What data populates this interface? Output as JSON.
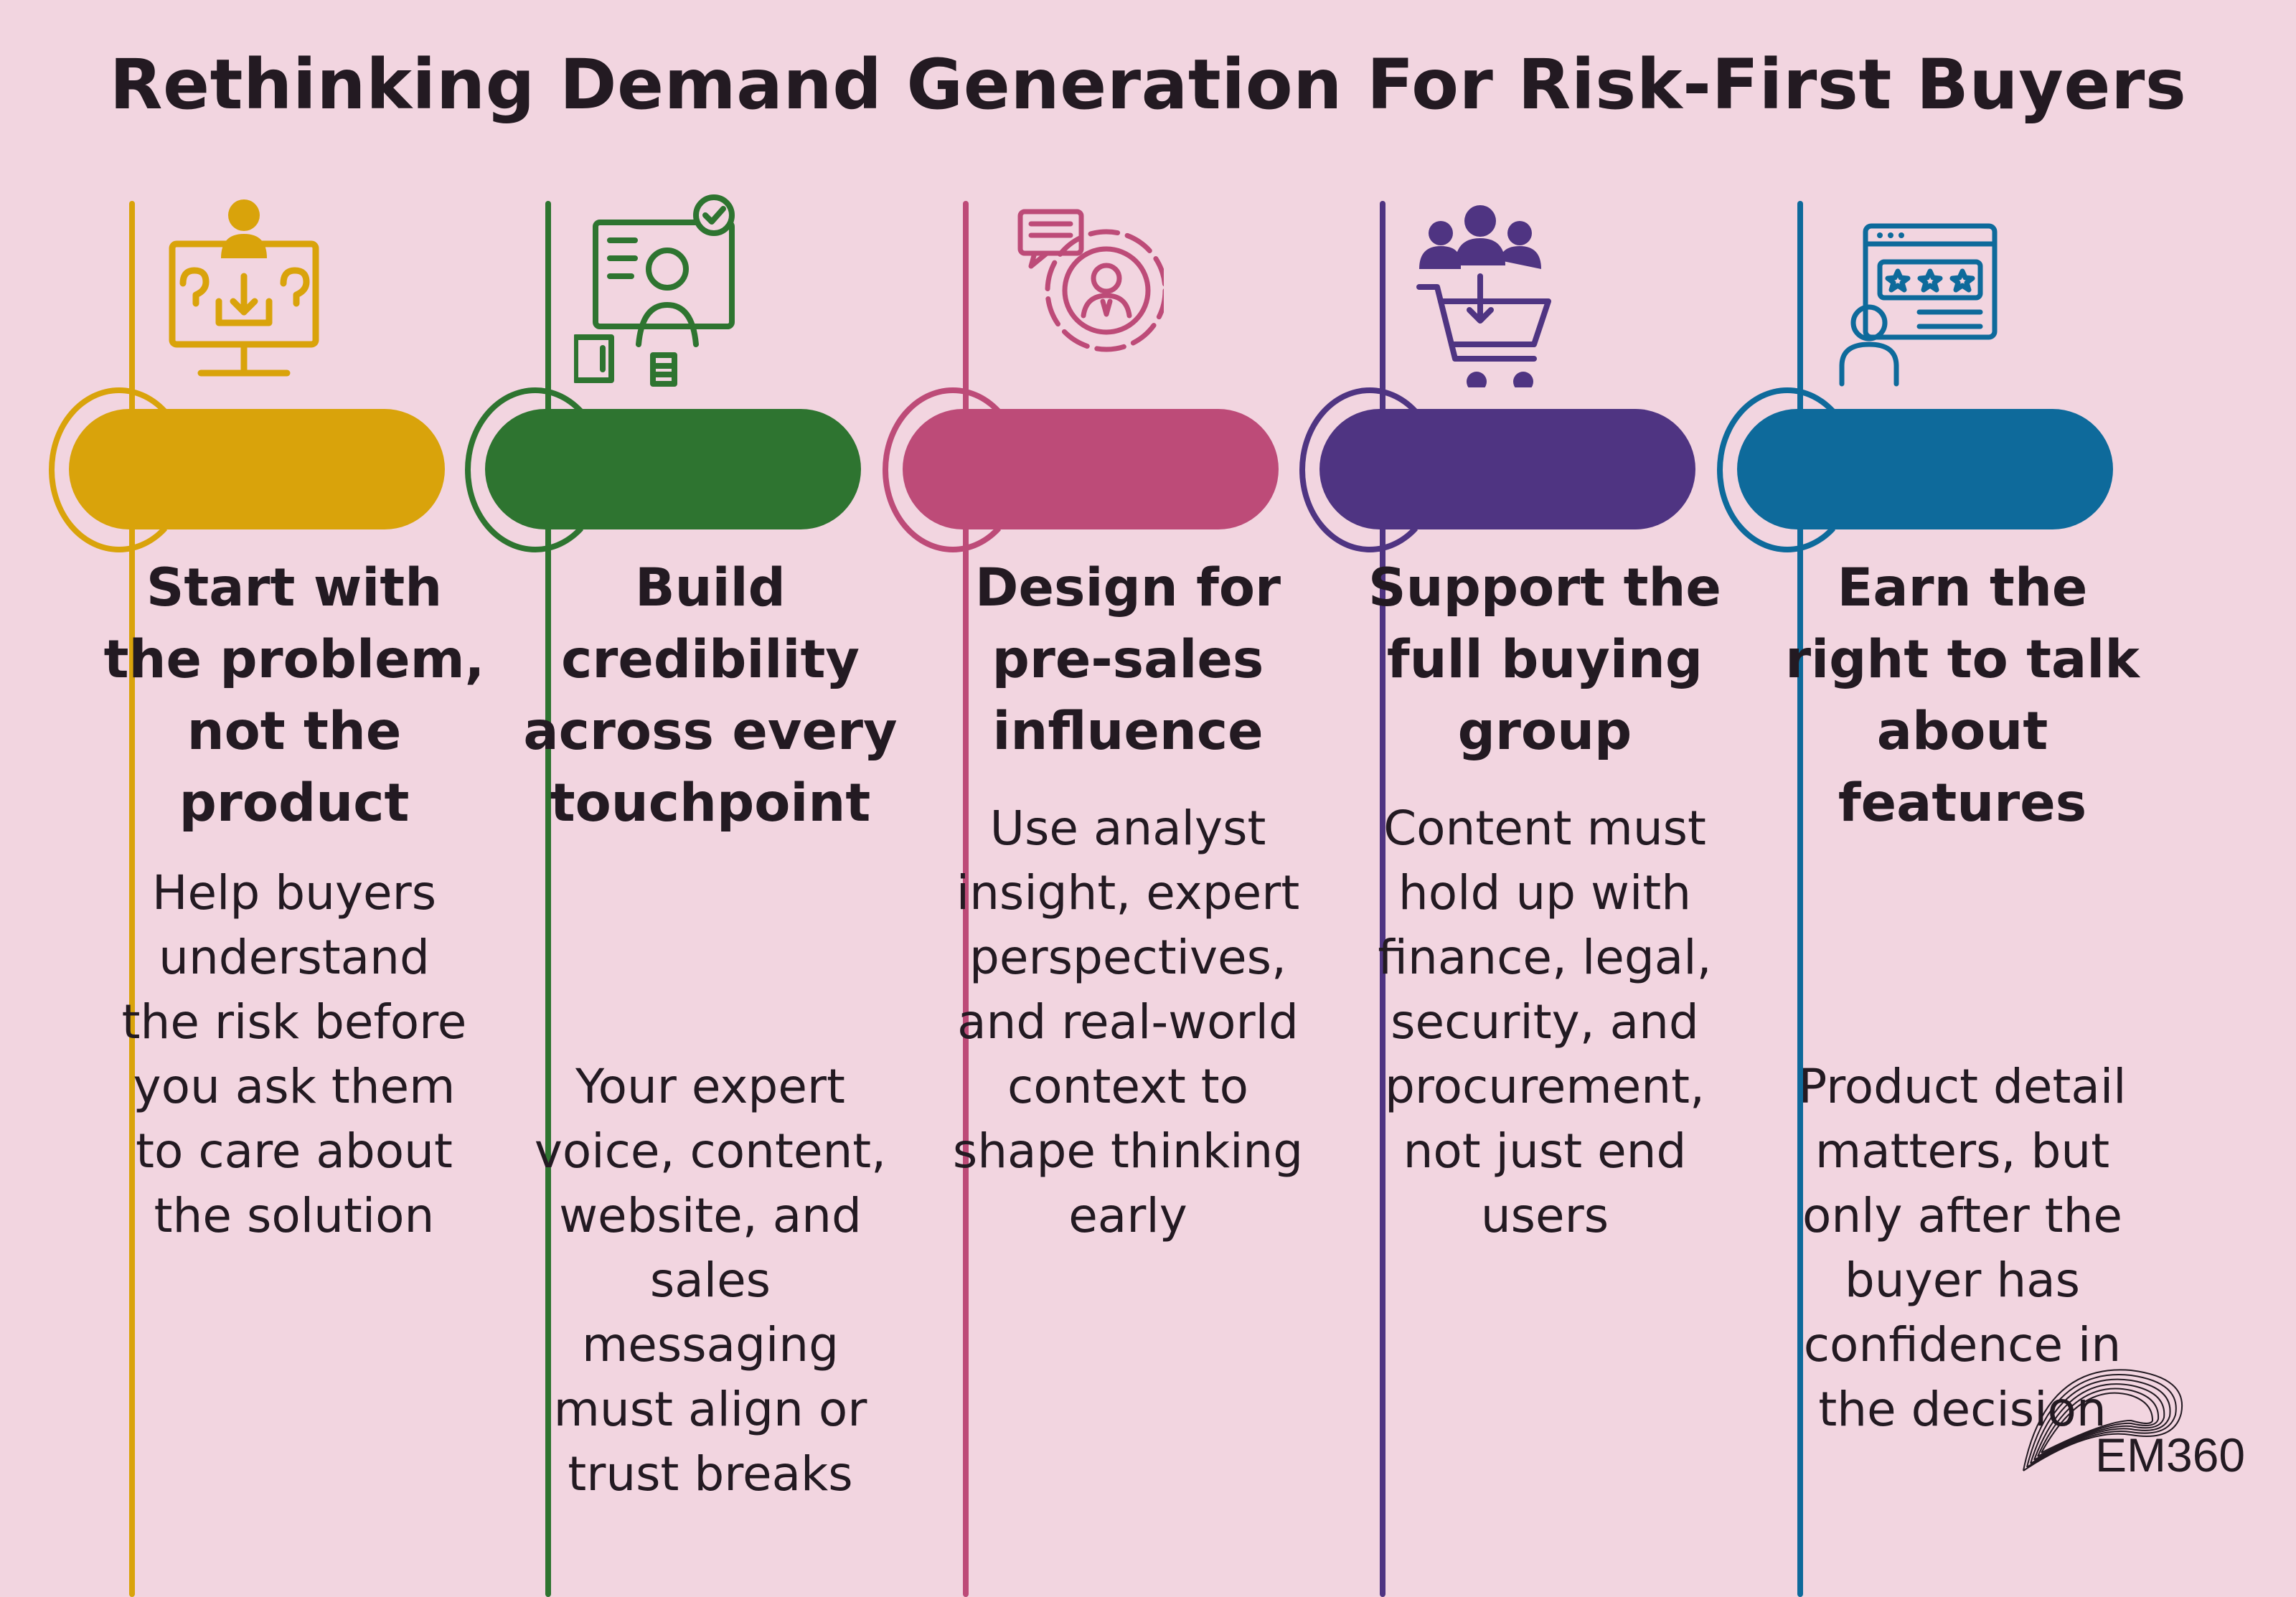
{
  "title": "Rethinking Demand Generation For Risk-First Buyers",
  "columns": [
    {
      "heading": "Start with\nthe problem,\nnot the\nproduct",
      "body": "Help buyers\nunderstand\nthe risk before\nyou ask them\nto care about\nthe solution",
      "color": "#d9a30b",
      "icon": "computer-question-download-icon"
    },
    {
      "heading": "Build\ncredibility\nacross every\ntouchpoint",
      "body": "Your expert\nvoice, content,\nwebsite, and\nsales\nmessaging\nmust align or\ntrust breaks",
      "color": "#2e7430",
      "icon": "person-thumbs-up-presentation-icon"
    },
    {
      "heading": "Design for\npre-sales\ninfluence",
      "body": "Use analyst\ninsight, expert\nperspectives,\nand real-world\ncontext to\nshape thinking\nearly",
      "color": "#bd4b78",
      "icon": "gear-person-chat-icon"
    },
    {
      "heading": "Support the\nfull buying\ngroup",
      "body": "Content must\nhold up with\nfinance, legal,\nsecurity, and\nprocurement,\nnot just end\nusers",
      "color": "#4f3482",
      "icon": "group-shopping-cart-icon"
    },
    {
      "heading": "Earn the\nright to talk\nabout\nfeatures",
      "body": "Product detail\nmatters, but\nonly after the\nbuyer has\nconfidence in\nthe decision",
      "color": "#0e6a9b",
      "icon": "person-star-review-icon"
    }
  ],
  "logo": {
    "text": "EM360"
  }
}
